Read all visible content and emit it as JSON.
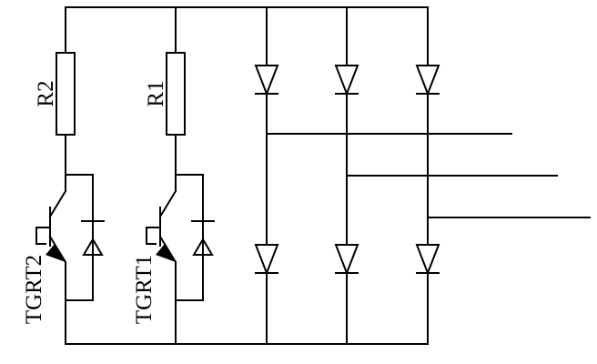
{
  "diagram": {
    "type": "circuit-schematic",
    "resistors": [
      {
        "id": "r2",
        "label": "R2"
      },
      {
        "id": "r1",
        "label": "R1"
      }
    ],
    "transistors": [
      {
        "id": "tgrt2",
        "label": "TGRT2"
      },
      {
        "id": "tgrt1",
        "label": "TGRT1"
      }
    ],
    "bridge": {
      "legs": 3,
      "diodes_per_leg": 2,
      "outputs": 3
    },
    "colors": {
      "stroke": "#000000",
      "background": "#ffffff"
    }
  }
}
